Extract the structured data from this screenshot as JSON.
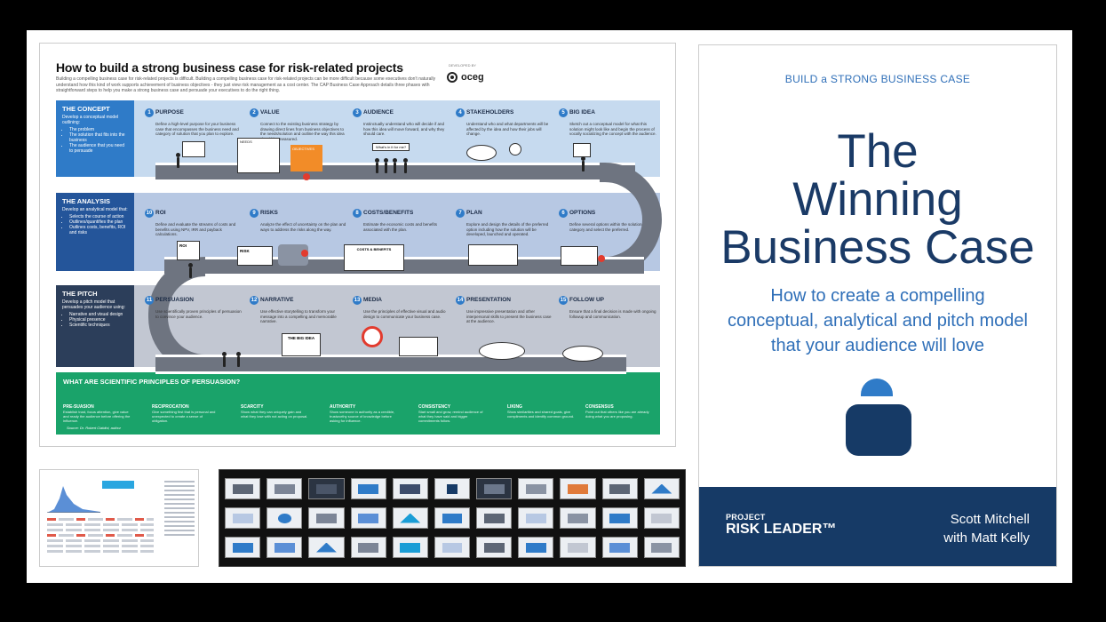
{
  "poster": {
    "title": "How to build a strong business case for risk-related projects",
    "intro": "Building a compelling business case for risk-related projects is difficult. Building a compelling business case for risk-related projects can be more difficult because some executives don't naturally understand how this kind of work supports achievement of business objectives - they just view risk management as a cost center. The CAP Business Case Approach details three phases with straightforward steps to help you make a strong business case and persuade your executives to do the right thing.",
    "developed_by": "DEVELOPED BY",
    "logo_text": "oceg",
    "phases": [
      {
        "title": "THE CONCEPT",
        "lead": "Develop a conceptual model outlining:",
        "bullets": [
          "The problem",
          "The solution that fits into the business",
          "The audience that you need to persuade"
        ]
      },
      {
        "title": "THE ANALYSIS",
        "lead": "Develop an analytical model that:",
        "bullets": [
          "Selects the course of action",
          "Outlines/quantifies the plan",
          "Outlines costs, benefits, ROI and risks"
        ]
      },
      {
        "title": "THE PITCH",
        "lead": "Develop a pitch model that persuades your audience using:",
        "bullets": [
          "Narrative and visual design",
          "Physical presence",
          "Scientific techniques"
        ]
      }
    ],
    "steps": [
      {
        "num": "1",
        "title": "PURPOSE",
        "text": "Define a high-level purpose for your business case that encompasses the business need and category of solution that you plan to explore."
      },
      {
        "num": "2",
        "title": "VALUE",
        "text": "Connect to the existing business strategy by drawing direct lines from business objectives to the needs/solution and outline the way this idea should be measured."
      },
      {
        "num": "3",
        "title": "AUDIENCE",
        "text": "Instinctually understand who will decide if and how this idea will move forward, and why they should care."
      },
      {
        "num": "4",
        "title": "STAKEHOLDERS",
        "text": "Understand who and what departments will be affected by the idea and how their jobs will change."
      },
      {
        "num": "5",
        "title": "BIG IDEA",
        "text": "Sketch out a conceptual model for what this solution might look like and begin the process of vocally socializing the concept with the audience."
      },
      {
        "num": "6",
        "title": "OPTIONS",
        "text": "Define several options within the solution category and select the preferred."
      },
      {
        "num": "7",
        "title": "PLAN",
        "text": "Explore and design the details of the preferred option including how the solution will be developed, launched and operated."
      },
      {
        "num": "8",
        "title": "COSTS/BENEFITS",
        "text": "Estimate the economic costs and benefits associated with the plan."
      },
      {
        "num": "9",
        "title": "RISKS",
        "text": "Analyze the effect of uncertainty on the plan and ways to address the risks along the way."
      },
      {
        "num": "10",
        "title": "ROI",
        "text": "Define and evaluate the streams of costs and benefits using NPV, IRR and payback calculations."
      },
      {
        "num": "11",
        "title": "PERSUASION",
        "text": "Use scientifically proven principles of persuasion to convince your audience."
      },
      {
        "num": "12",
        "title": "NARRATIVE",
        "text": "Use effective storytelling to transform your message into a compelling and memorable narrative."
      },
      {
        "num": "13",
        "title": "MEDIA",
        "text": "Use the principles of effective visual and audio design to communicate your business case."
      },
      {
        "num": "14",
        "title": "PRESENTATION",
        "text": "Use impressive presentation and other interpersonal skills to present the business case at the audience."
      },
      {
        "num": "15",
        "title": "FOLLOW UP",
        "text": "Ensure that a final decision is made with ongoing followup and communication."
      }
    ],
    "board_labels": {
      "needs": "NEEDS",
      "solutions": "SOLUTIONS",
      "objectives": "OBJECTIVES",
      "risk": "RISK",
      "roi": "ROI",
      "costs_benefits": "COSTS & BENEFITS",
      "big_idea": "THE BIG IDEA",
      "whats_in_it": "What's in it for me?"
    },
    "principles_head": "WHAT ARE SCIENTIFIC PRINCIPLES OF PERSUASION?",
    "principles": [
      {
        "title": "PRE-SUASION",
        "text": "Establish trust, focus attention, give value and ready the audience before offering the influence."
      },
      {
        "title": "RECIPROCATION",
        "text": "Give something first that is personal and unexpected to create a sense of obligation."
      },
      {
        "title": "SCARCITY",
        "text": "Show what they can uniquely gain and what they lose with not acting on proposal."
      },
      {
        "title": "AUTHORITY",
        "text": "Show someone in authority as a credible, trustworthy source of knowledge before asking for influence."
      },
      {
        "title": "CONSISTENCY",
        "text": "Start small and grow, remind audience of what they have said and bigger commitments follow."
      },
      {
        "title": "LIKING",
        "text": "Show similarities and shared goals, give compliments and identify common ground."
      },
      {
        "title": "CONSENSUS",
        "text": "Point out that others like you are already doing what you are proposing."
      }
    ],
    "source": "Source: Dr. Robert Cialdini, author"
  },
  "cover": {
    "kicker": "BUILD a STRONG BUSINESS CASE",
    "title_lines": [
      "The",
      "Winning",
      "Business Case"
    ],
    "subtitle_lines": [
      "How to create a compelling",
      "conceptual, analytical and pitch model",
      "that your audience will love"
    ],
    "brand_small": "PROJECT",
    "brand_big": "RISK LEADER™",
    "author_1": "Scott Mitchell",
    "author_2": "with Matt Kelly"
  },
  "colors": {
    "concept": "#2f7bc8",
    "analysis": "#24559a",
    "pitch": "#2c3e5a",
    "principles": "#1aa36a",
    "cover_navy": "#163a66",
    "accent_red": "#e23b2e"
  }
}
